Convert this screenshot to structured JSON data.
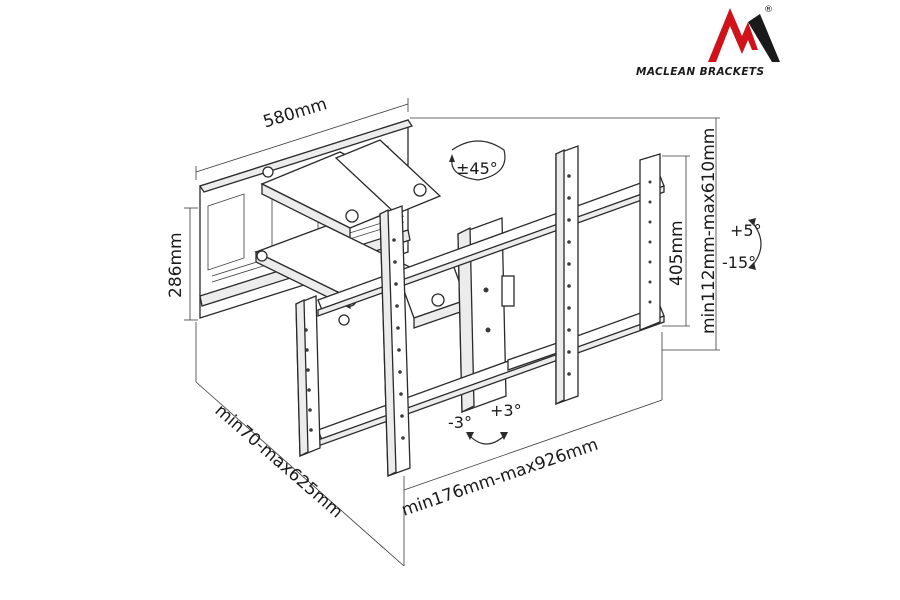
{
  "brand": {
    "name": "MACLEAN BRACKETS",
    "registered": "®",
    "colors": {
      "red": "#d0121b",
      "black": "#1a1a1a"
    }
  },
  "dimensions": {
    "plate_width": "580mm",
    "plate_height": "286mm",
    "arm_extension": "min70-max625mm",
    "arm_span": "min176mm-max926mm",
    "vesa_height": "405mm",
    "vertical_range": "min112mm-max610mm"
  },
  "angles": {
    "swivel": "±45°",
    "tilt_up": "+5°",
    "tilt_down": "-15°",
    "level_minus": "-3°",
    "level_plus": "+3°"
  }
}
